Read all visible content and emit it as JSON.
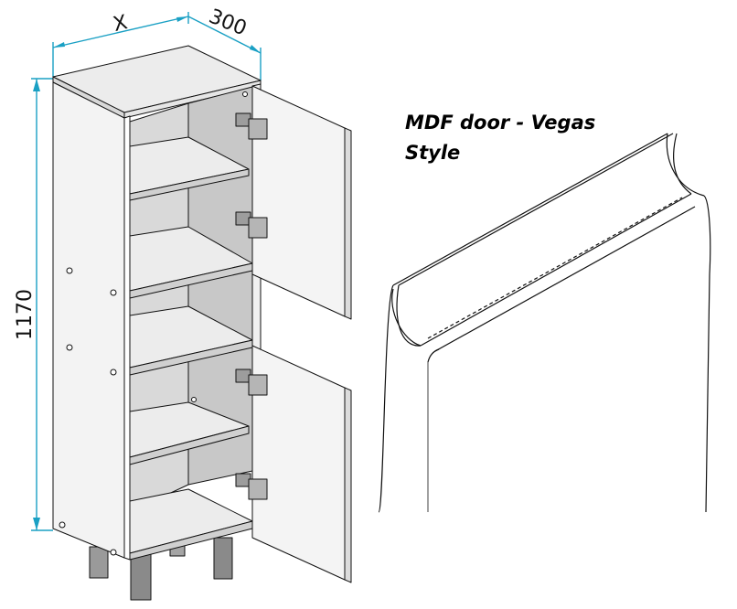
{
  "dimensions": {
    "width_label": "X",
    "depth_label": "300",
    "height_label": "1170"
  },
  "caption": "MDF door - Vegas Style",
  "colors": {
    "dimension_line": "#1aa0c4",
    "outline": "#111111",
    "panel_front": "#f4f4f4",
    "panel_side": "#e3e3e3",
    "panel_inner": "#d6d6d6",
    "shadow": "#bdbdbd"
  }
}
